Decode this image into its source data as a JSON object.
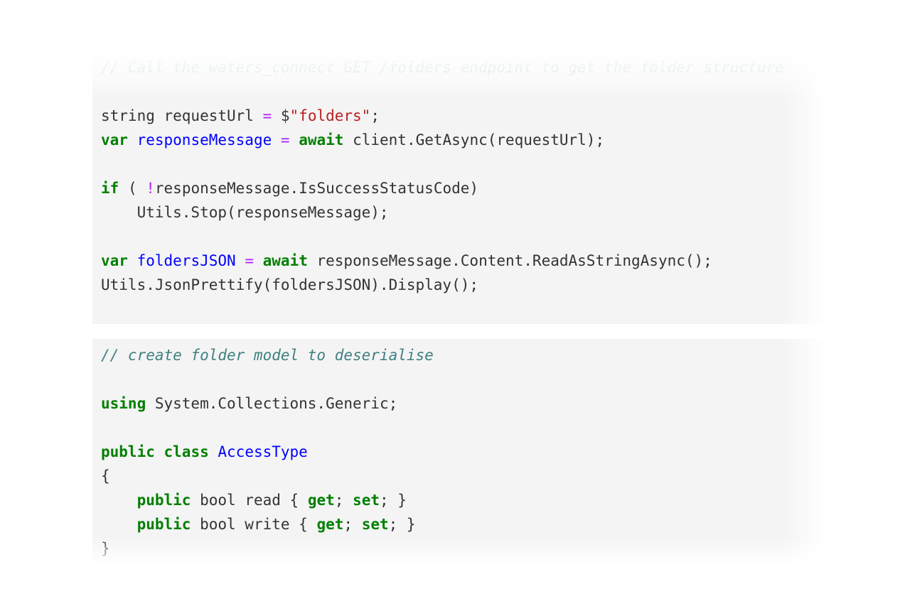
{
  "colors": {
    "background": "#ffffff",
    "cell_background": "#f4f4f4",
    "comment": "#408080",
    "keyword": "#008000",
    "identifier_highlight": "#0000ff",
    "string": "#ba2121",
    "operator": "#aa22ff",
    "plain": "#333333"
  },
  "cells": [
    {
      "lines": [
        {
          "faded": true,
          "tokens": [
            {
              "k": "comment",
              "t": "// Call the waters_connect GET /folders endpoint to get the folder structure"
            }
          ]
        },
        {
          "tokens": [
            {
              "k": "plain",
              "t": ""
            }
          ]
        },
        {
          "tokens": [
            {
              "k": "plain",
              "t": "string requestUrl "
            },
            {
              "k": "operator",
              "t": "="
            },
            {
              "k": "plain",
              "t": " $"
            },
            {
              "k": "string",
              "t": "\"folders\""
            },
            {
              "k": "plain",
              "t": ";"
            }
          ]
        },
        {
          "tokens": [
            {
              "k": "keyword",
              "t": "var"
            },
            {
              "k": "plain",
              "t": " "
            },
            {
              "k": "ident-blue",
              "t": "responseMessage"
            },
            {
              "k": "plain",
              "t": " "
            },
            {
              "k": "operator",
              "t": "="
            },
            {
              "k": "plain",
              "t": " "
            },
            {
              "k": "keyword",
              "t": "await"
            },
            {
              "k": "plain",
              "t": " client.GetAsync(requestUrl);"
            }
          ]
        },
        {
          "tokens": [
            {
              "k": "plain",
              "t": ""
            }
          ]
        },
        {
          "tokens": [
            {
              "k": "keyword",
              "t": "if"
            },
            {
              "k": "plain",
              "t": " ( "
            },
            {
              "k": "operator",
              "t": "!"
            },
            {
              "k": "plain",
              "t": "responseMessage.IsSuccessStatusCode)"
            }
          ]
        },
        {
          "tokens": [
            {
              "k": "plain",
              "t": "    Utils.Stop(responseMessage);"
            }
          ]
        },
        {
          "tokens": [
            {
              "k": "plain",
              "t": ""
            }
          ]
        },
        {
          "tokens": [
            {
              "k": "keyword",
              "t": "var"
            },
            {
              "k": "plain",
              "t": " "
            },
            {
              "k": "ident-blue",
              "t": "foldersJSON"
            },
            {
              "k": "plain",
              "t": " "
            },
            {
              "k": "operator",
              "t": "="
            },
            {
              "k": "plain",
              "t": " "
            },
            {
              "k": "keyword",
              "t": "await"
            },
            {
              "k": "plain",
              "t": " responseMessage.Content.ReadAsStringAsync();"
            }
          ]
        },
        {
          "tokens": [
            {
              "k": "plain",
              "t": "Utils.JsonPrettify(foldersJSON).Display();"
            }
          ]
        }
      ]
    },
    {
      "lines": [
        {
          "tokens": [
            {
              "k": "comment",
              "t": "// create folder model to deserialise"
            }
          ]
        },
        {
          "tokens": [
            {
              "k": "plain",
              "t": ""
            }
          ]
        },
        {
          "tokens": [
            {
              "k": "keyword",
              "t": "using"
            },
            {
              "k": "plain",
              "t": " System.Collections.Generic;"
            }
          ]
        },
        {
          "tokens": [
            {
              "k": "plain",
              "t": ""
            }
          ]
        },
        {
          "tokens": [
            {
              "k": "keyword",
              "t": "public"
            },
            {
              "k": "plain",
              "t": " "
            },
            {
              "k": "keyword",
              "t": "class"
            },
            {
              "k": "plain",
              "t": " "
            },
            {
              "k": "ident-blue",
              "t": "AccessType"
            }
          ]
        },
        {
          "tokens": [
            {
              "k": "plain",
              "t": "{"
            }
          ]
        },
        {
          "tokens": [
            {
              "k": "plain",
              "t": "    "
            },
            {
              "k": "keyword",
              "t": "public"
            },
            {
              "k": "plain",
              "t": " bool read { "
            },
            {
              "k": "keyword",
              "t": "get"
            },
            {
              "k": "plain",
              "t": "; "
            },
            {
              "k": "keyword",
              "t": "set"
            },
            {
              "k": "plain",
              "t": "; }"
            }
          ]
        },
        {
          "tokens": [
            {
              "k": "plain",
              "t": "    "
            },
            {
              "k": "keyword",
              "t": "public"
            },
            {
              "k": "plain",
              "t": " bool write { "
            },
            {
              "k": "keyword",
              "t": "get"
            },
            {
              "k": "plain",
              "t": "; "
            },
            {
              "k": "keyword",
              "t": "set"
            },
            {
              "k": "plain",
              "t": "; }"
            }
          ]
        },
        {
          "tokens": [
            {
              "k": "plain",
              "t": "}"
            }
          ]
        }
      ]
    }
  ]
}
